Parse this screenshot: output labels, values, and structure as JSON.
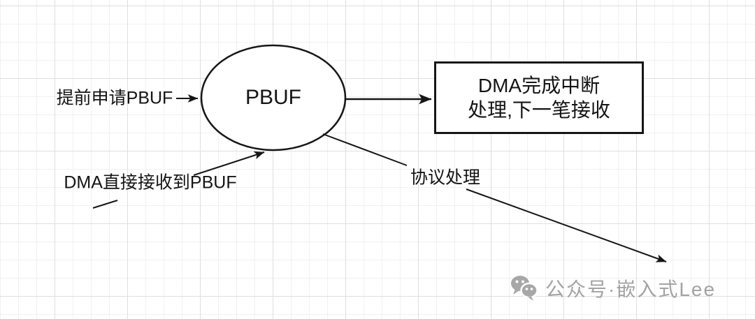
{
  "labels": {
    "pre_alloc": "提前申请PBUF",
    "node": "PBUF",
    "dma_receive": "DMA直接接收到PBUF",
    "protocol": "协议处理"
  },
  "box": {
    "line1": "DMA完成中断",
    "line2": "处理,下一笔接收"
  },
  "watermark": {
    "icon": "wechat-icon",
    "text": "公众号·嵌入式Lee"
  },
  "colors": {
    "stroke": "#161616",
    "text": "#141414",
    "watermark_gray": "#a3a3a3",
    "grid_minor": "#f1f1f1",
    "grid_major": "#dfdfdf",
    "background": "#ffffff"
  }
}
